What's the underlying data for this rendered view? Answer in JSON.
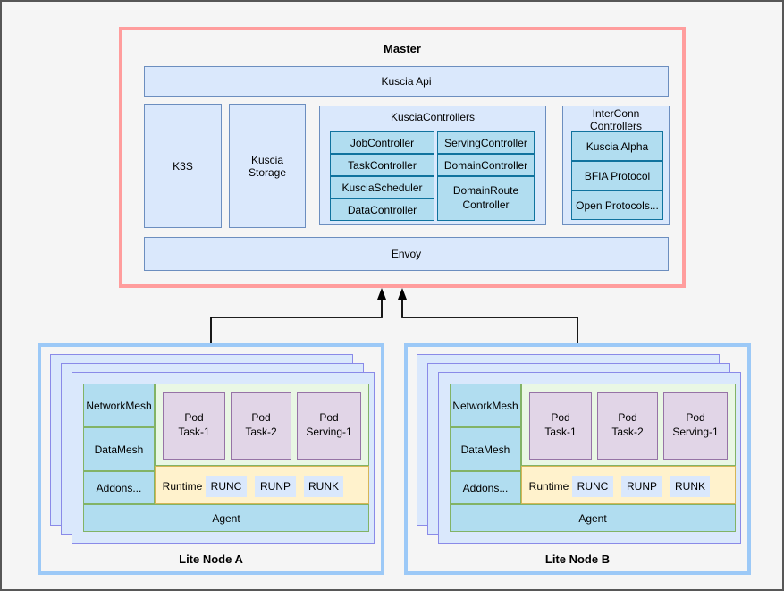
{
  "master": {
    "title": "Master",
    "api_label": "Kuscia Api",
    "k3s_label": "K3S",
    "storage_label": "Kuscia Storage",
    "envoy_label": "Envoy",
    "controllers": {
      "title": "KusciaControllers",
      "left_column": [
        "JobController",
        "TaskController",
        "KusciaScheduler",
        "DataController"
      ],
      "right_column": [
        "ServingController",
        "DomainController",
        "DomainRoute Controller"
      ]
    },
    "interconn": {
      "title": "InterConn Controllers",
      "items": [
        "Kuscia Alpha",
        "BFIA Protocol",
        "Open Protocols..."
      ]
    }
  },
  "lite_nodes": [
    {
      "title": "Lite Node A",
      "mesh_items": [
        "NetworkMesh",
        "DataMesh",
        "Addons..."
      ],
      "pods": [
        {
          "line1": "Pod",
          "line2": "Task-1"
        },
        {
          "line1": "Pod",
          "line2": "Task-2"
        },
        {
          "line1": "Pod",
          "line2": "Serving-1"
        }
      ],
      "runtime_label": "Runtime",
      "runtimes": [
        "RUNC",
        "RUNP",
        "RUNK"
      ],
      "agent_label": "Agent"
    },
    {
      "title": "Lite Node B",
      "mesh_items": [
        "NetworkMesh",
        "DataMesh",
        "Addons..."
      ],
      "pods": [
        {
          "line1": "Pod",
          "line2": "Task-1"
        },
        {
          "line1": "Pod",
          "line2": "Task-2"
        },
        {
          "line1": "Pod",
          "line2": "Serving-1"
        }
      ],
      "runtime_label": "Runtime",
      "runtimes": [
        "RUNC",
        "RUNP",
        "RUNK"
      ],
      "agent_label": "Agent"
    }
  ],
  "colors": {
    "page_background": "#F5F5F5",
    "frame_border": "#575757",
    "master_border": "#FF9D9D",
    "lite_node_border": "#9CC9F7",
    "stacked_box_fill": "#DAE8FC",
    "stacked_box_border": "#8A8AE8",
    "blue_box_fill": "#DAE8FC",
    "blue_box_border": "#6C8EBF",
    "controller_fill": "#B1DDF0",
    "controller_border": "#10739E",
    "mesh_cell_fill": "#B1DDF0",
    "mesh_cell_border": "#82B366",
    "pods_area_fill": "#E9F7E4",
    "pod_fill": "#E1D5E7",
    "pod_border": "#9673A6",
    "runtime_fill": "#FFF2CC",
    "runtime_border": "#D6B656",
    "arrow_color": "#000000"
  }
}
